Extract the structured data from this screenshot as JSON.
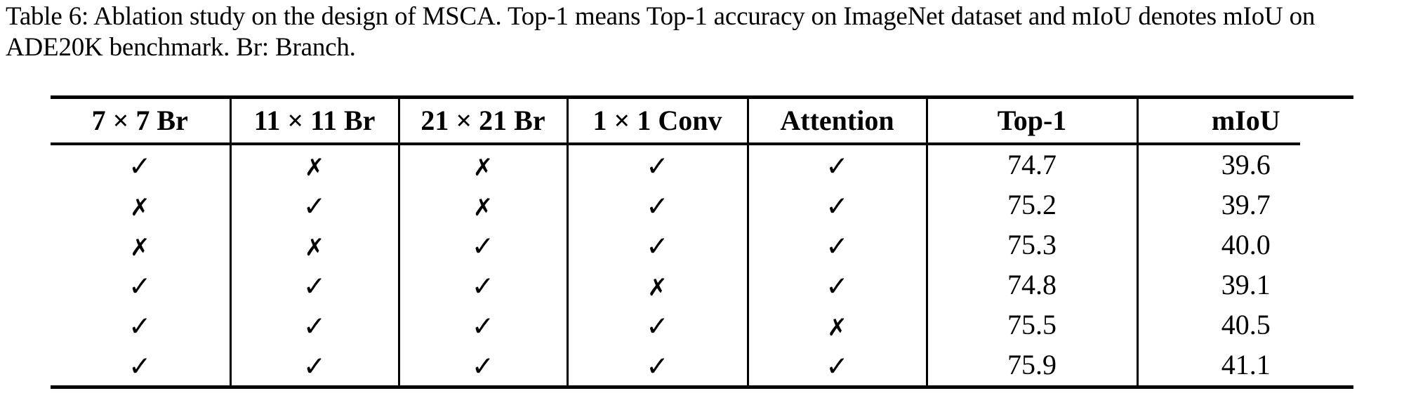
{
  "caption": {
    "text": "Table 6: Ablation study on the design of MSCA. Top-1 means Top-1 accuracy on ImageNet dataset and mIoU denotes mIoU on ADE20K benchmark. Br: Branch."
  },
  "table": {
    "columns": [
      "7 × 7 Br",
      "11 × 11 Br",
      "21 × 21 Br",
      "1 × 1 Conv",
      "Attention",
      "Top-1",
      "mIoU"
    ],
    "glyphs": {
      "check": "✓",
      "cross": "✗"
    },
    "rows": [
      {
        "c1": "✓",
        "c2": "✗",
        "c3": "✗",
        "c4": "✓",
        "c5": "✓",
        "top1": "74.7",
        "miou": "39.6"
      },
      {
        "c1": "✗",
        "c2": "✓",
        "c3": "✗",
        "c4": "✓",
        "c5": "✓",
        "top1": "75.2",
        "miou": "39.7"
      },
      {
        "c1": "✗",
        "c2": "✗",
        "c3": "✓",
        "c4": "✓",
        "c5": "✓",
        "top1": "75.3",
        "miou": "40.0"
      },
      {
        "c1": "✓",
        "c2": "✓",
        "c3": "✓",
        "c4": "✗",
        "c5": "✓",
        "top1": "74.8",
        "miou": "39.1"
      },
      {
        "c1": "✓",
        "c2": "✓",
        "c3": "✓",
        "c4": "✓",
        "c5": "✗",
        "top1": "75.5",
        "miou": "40.5"
      },
      {
        "c1": "✓",
        "c2": "✓",
        "c3": "✓",
        "c4": "✓",
        "c5": "✓",
        "top1": "75.9",
        "miou": "41.1"
      }
    ]
  },
  "chart_data": {
    "type": "table",
    "title": "Table 6: Ablation study on the design of MSCA.",
    "columns": [
      "7 × 7 Br",
      "11 × 11 Br",
      "21 × 21 Br",
      "1 × 1 Conv",
      "Attention",
      "Top-1",
      "mIoU"
    ],
    "values": [
      [
        "✓",
        "✗",
        "✗",
        "✓",
        "✓",
        74.7,
        39.6
      ],
      [
        "✗",
        "✓",
        "✗",
        "✓",
        "✓",
        75.2,
        39.7
      ],
      [
        "✗",
        "✗",
        "✓",
        "✓",
        "✓",
        75.3,
        40.0
      ],
      [
        "✓",
        "✓",
        "✓",
        "✗",
        "✓",
        74.8,
        39.1
      ],
      [
        "✓",
        "✓",
        "✓",
        "✓",
        "✗",
        75.5,
        40.5
      ],
      [
        "✓",
        "✓",
        "✓",
        "✓",
        "✓",
        75.9,
        41.1
      ]
    ]
  }
}
